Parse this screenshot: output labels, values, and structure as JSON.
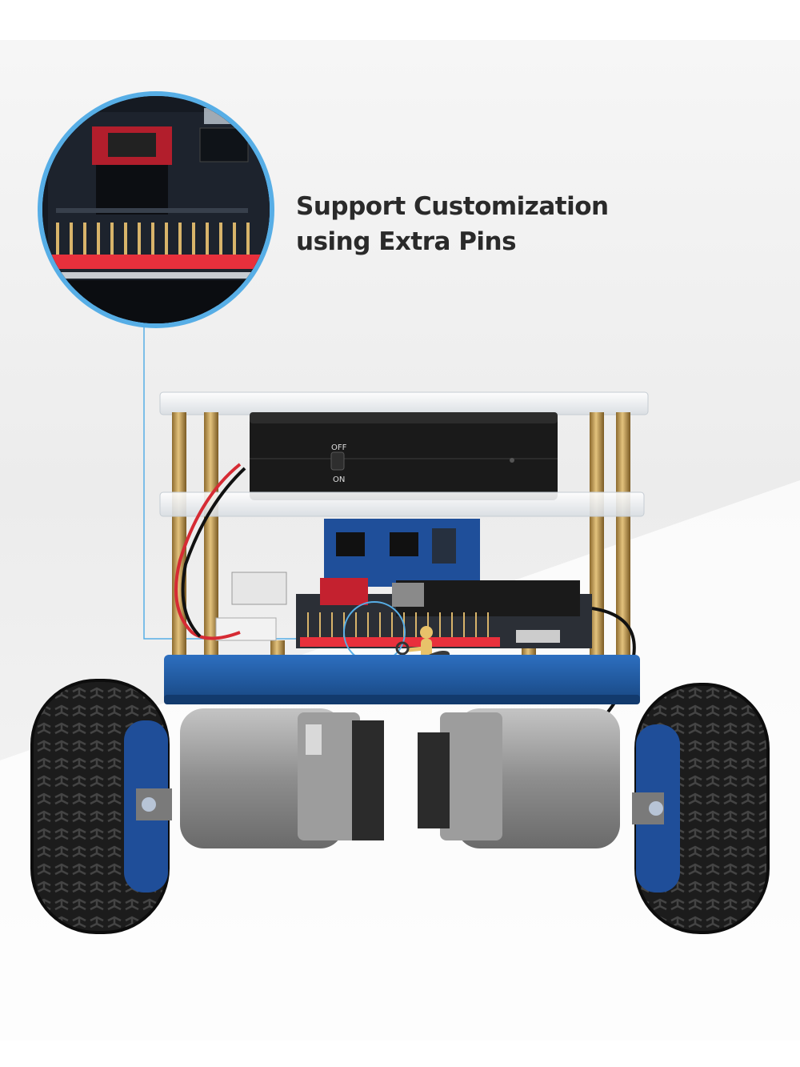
{
  "callout": {
    "line1": "Support Customization",
    "line2": "using Extra Pins"
  },
  "battery_box": {
    "switch_off_label": "OFF",
    "switch_on_label": "ON"
  },
  "colors": {
    "callout_ring": "#57aee6",
    "headline_text": "#2a2a2a",
    "chassis_blue": "#1e5ba8",
    "header_pins_red": "#e8303c",
    "standoff_brass": "#c9a45c",
    "battery_box": "#1a1a1a"
  }
}
